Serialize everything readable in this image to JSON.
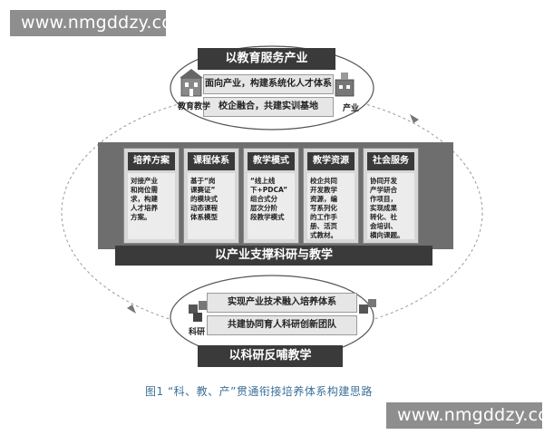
{
  "watermark": "www.nmgddzy.com",
  "top_section": {
    "title": "以教育服务产业",
    "line1": "面向产业，构建系统化人才体系",
    "line2": "校企融合，共建实训基地",
    "left_icon_label": "教育教学",
    "right_icon_label": "产业",
    "left_icon": "school-building-icon",
    "right_icon": "factory-icon"
  },
  "middle_section": {
    "title": "以产业支撑科研与教学",
    "columns": [
      {
        "heading": "培养方案",
        "text": "对接产业\n和岗位需\n求，构建\n人才培养\n方案。"
      },
      {
        "heading": "课程体系",
        "text": "基于“岗\n课赛证”\n的模块式\n动态课程\n体系模型"
      },
      {
        "heading": "教学模式",
        "text": "“线上线\n下+PDCA”\n组合式分\n层次分阶\n段教学模式"
      },
      {
        "heading": "教学资源",
        "text": "校企共同\n开发教学\n资源，编\n写系列化\n的工作手\n册、活页\n式教材。"
      },
      {
        "heading": "社会服务",
        "text": "协同开发\n产学研合\n作项目，\n实现成果\n转化、社\n会培训、\n横向课题。"
      }
    ]
  },
  "bottom_section": {
    "title": "以科研反哺教学",
    "line1": "实现产业技术融入培养体系",
    "line2": "共建协同育人科研创新团队",
    "icon_label": "科研",
    "icon": "cube-cluster-icon"
  },
  "caption": "图1 “科、教、产”贯通衔接培养体系构建思路",
  "colors": {
    "dark": "#3a3a3a",
    "panel": "#6e6e6e",
    "caption": "#3c6f98",
    "watermark_bg": "#8e8e8e"
  }
}
